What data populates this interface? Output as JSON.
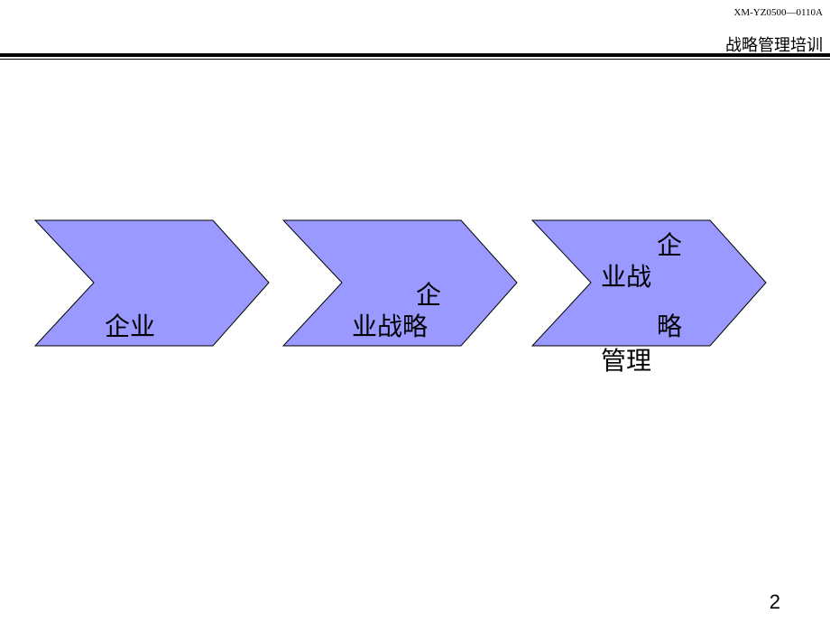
{
  "header": {
    "doc_code": "XM-YZ0500—0110A",
    "title": "战略管理培训"
  },
  "flow": {
    "steps": [
      {
        "lines": [
          "企业"
        ]
      },
      {
        "lines": [
          "企",
          "业战略"
        ]
      },
      {
        "lines": [
          "企",
          "业战",
          "略",
          "管理"
        ]
      }
    ]
  },
  "colors": {
    "chevron_fill": "#9999ff",
    "chevron_stroke": "#000000"
  },
  "page_number": "2"
}
